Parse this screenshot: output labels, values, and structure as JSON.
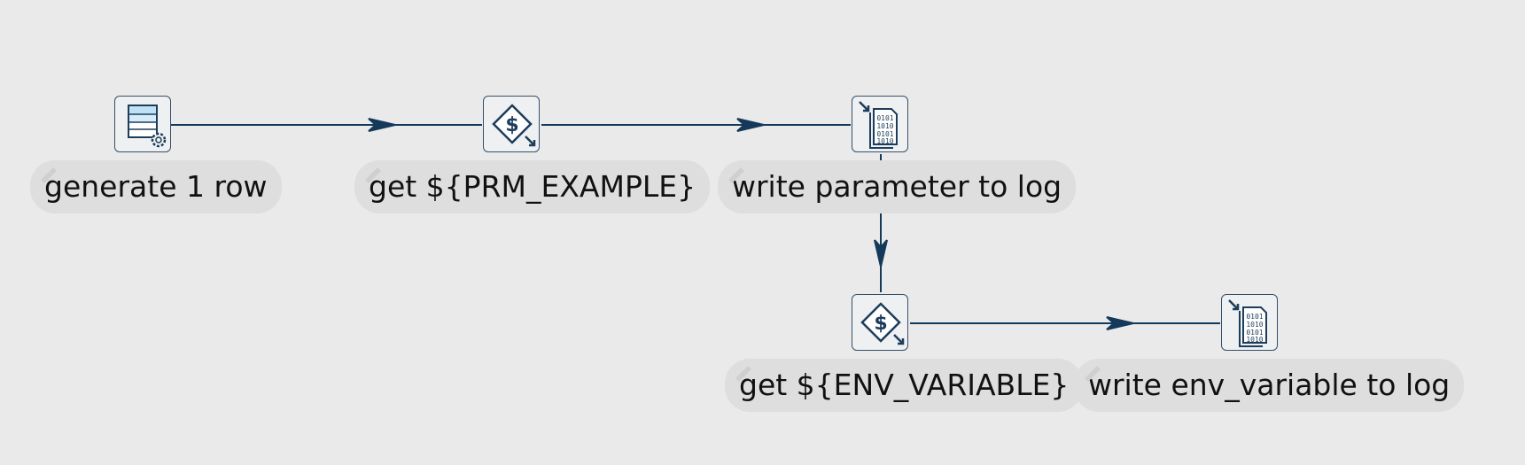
{
  "canvas": {
    "steps": [
      {
        "id": "generate-row",
        "label": "generate 1 row",
        "icon": "generate-rows-icon"
      },
      {
        "id": "get-prm",
        "label": "get ${PRM_EXAMPLE}",
        "icon": "get-variable-icon"
      },
      {
        "id": "write-param-log",
        "label": "write parameter to log",
        "icon": "write-to-log-icon"
      },
      {
        "id": "get-env",
        "label": "get ${ENV_VARIABLE}",
        "icon": "get-variable-icon"
      },
      {
        "id": "write-env-log",
        "label": "write env_variable to log",
        "icon": "write-to-log-icon"
      }
    ],
    "hops": [
      {
        "from": "generate 1 row",
        "to": "get ${PRM_EXAMPLE}"
      },
      {
        "from": "get ${PRM_EXAMPLE}",
        "to": "write parameter to log"
      },
      {
        "from": "write parameter to log",
        "to": "get ${ENV_VARIABLE}"
      },
      {
        "from": "get ${ENV_VARIABLE}",
        "to": "write env_variable to log"
      }
    ],
    "colors": {
      "background": "#eaeaea",
      "hop": "#15395a",
      "icon": "#1d3d5c"
    }
  }
}
